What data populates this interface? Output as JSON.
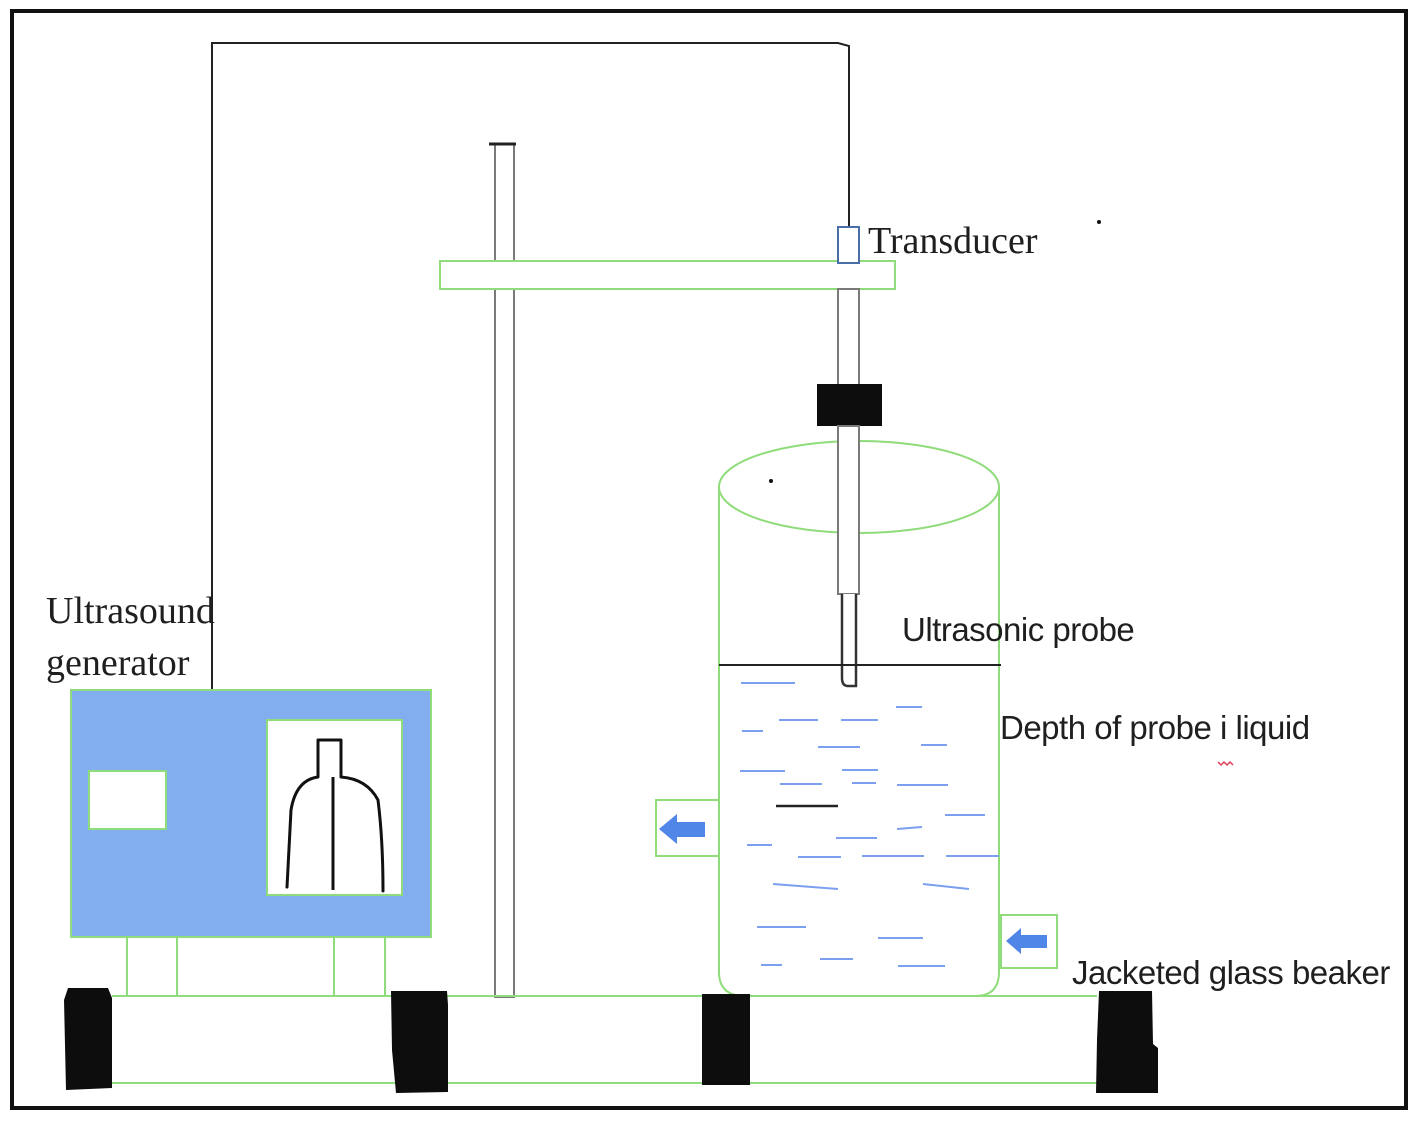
{
  "labels": {
    "generator_line1": "Ultrasound",
    "generator_line2": "generator",
    "transducer": "Transducer",
    "probe": "Ultrasonic probe",
    "depth": "Depth of probe i liquid",
    "beaker": "Jacketed glass beaker"
  },
  "colors": {
    "outline": "#8fdc7a",
    "generator_body": "#82aef0",
    "liquid_dash": "#7c9ff0",
    "flow_arrow": "#4f86e8",
    "frame": "#111111",
    "feet": "#0d0d0d"
  }
}
